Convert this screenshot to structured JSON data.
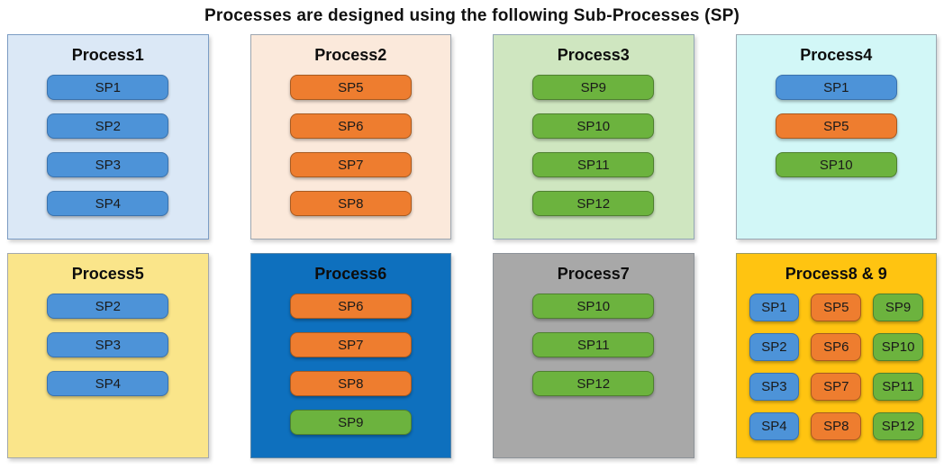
{
  "title": "Processes are designed using the following Sub-Processes (SP)",
  "sp_colors": {
    "blue": "#4D93D8",
    "orange": "#EE7D2F",
    "green": "#6CB33E"
  },
  "sp_border_colors": {
    "blue": "#3A72AD",
    "orange": "#A85A20",
    "green": "#4F8030"
  },
  "processes": [
    {
      "name": "Process1",
      "bg": "#DBE8F6",
      "border": "#7B9CC4",
      "layout": "list",
      "sps": [
        {
          "label": "SP1",
          "color": "blue"
        },
        {
          "label": "SP2",
          "color": "blue"
        },
        {
          "label": "SP3",
          "color": "blue"
        },
        {
          "label": "SP4",
          "color": "blue"
        }
      ]
    },
    {
      "name": "Process2",
      "bg": "#FBE9DB",
      "border": "#9DA6B0",
      "layout": "list",
      "sps": [
        {
          "label": "SP5",
          "color": "orange"
        },
        {
          "label": "SP6",
          "color": "orange"
        },
        {
          "label": "SP7",
          "color": "orange"
        },
        {
          "label": "SP8",
          "color": "orange"
        }
      ]
    },
    {
      "name": "Process3",
      "bg": "#CFE6C0",
      "border": "#93A7B5",
      "layout": "list",
      "sps": [
        {
          "label": "SP9",
          "color": "green"
        },
        {
          "label": "SP10",
          "color": "green"
        },
        {
          "label": "SP11",
          "color": "green"
        },
        {
          "label": "SP12",
          "color": "green"
        }
      ]
    },
    {
      "name": "Process4",
      "bg": "#D2F7F7",
      "border": "#9BA8B2",
      "layout": "list",
      "sps": [
        {
          "label": "SP1",
          "color": "blue"
        },
        {
          "label": "SP5",
          "color": "orange"
        },
        {
          "label": "SP10",
          "color": "green"
        }
      ]
    },
    {
      "name": "Process5",
      "bg": "#FAE58A",
      "border": "#A3A8AD",
      "layout": "list",
      "sps": [
        {
          "label": "SP2",
          "color": "blue"
        },
        {
          "label": "SP3",
          "color": "blue"
        },
        {
          "label": "SP4",
          "color": "blue"
        }
      ]
    },
    {
      "name": "Process6",
      "bg": "#0E70BE",
      "border": "#5B87A8",
      "layout": "list",
      "sps": [
        {
          "label": "SP6",
          "color": "orange"
        },
        {
          "label": "SP7",
          "color": "orange"
        },
        {
          "label": "SP8",
          "color": "orange"
        },
        {
          "label": "SP9",
          "color": "green"
        }
      ]
    },
    {
      "name": "Process7",
      "bg": "#A8A8A8",
      "border": "#8C9298",
      "layout": "list",
      "sps": [
        {
          "label": "SP10",
          "color": "green"
        },
        {
          "label": "SP11",
          "color": "green"
        },
        {
          "label": "SP12",
          "color": "green"
        }
      ]
    },
    {
      "name": "Process8 & 9",
      "bg": "#FFC411",
      "border": "#9A9A60",
      "layout": "grid",
      "sps": [
        {
          "label": "SP1",
          "color": "blue"
        },
        {
          "label": "SP5",
          "color": "orange"
        },
        {
          "label": "SP9",
          "color": "green"
        },
        {
          "label": "SP2",
          "color": "blue"
        },
        {
          "label": "SP6",
          "color": "orange"
        },
        {
          "label": "SP10",
          "color": "green"
        },
        {
          "label": "SP3",
          "color": "blue"
        },
        {
          "label": "SP7",
          "color": "orange"
        },
        {
          "label": "SP11",
          "color": "green"
        },
        {
          "label": "SP4",
          "color": "blue"
        },
        {
          "label": "SP8",
          "color": "orange"
        },
        {
          "label": "SP12",
          "color": "green"
        }
      ]
    }
  ]
}
